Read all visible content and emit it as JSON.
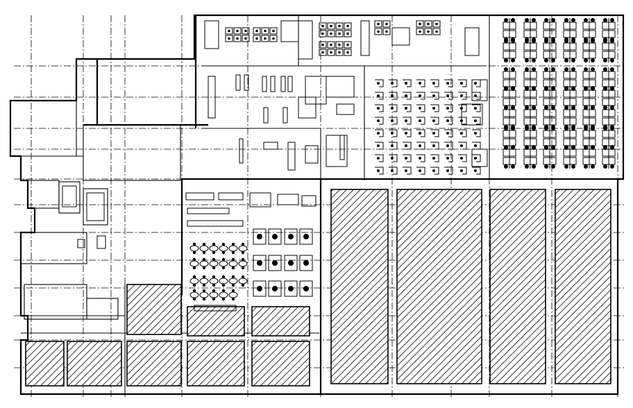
{
  "drawing": {
    "type": "floor-plan",
    "style": "black-line-on-white",
    "text_labels_visible": false
  },
  "colors": {
    "line": "#000000",
    "background": "#ffffff",
    "hatch": "#000000"
  },
  "zones": [
    {
      "id": "office-north",
      "kind": "office-furniture-area"
    },
    {
      "id": "office-east-workstations",
      "kind": "office-furniture-area"
    },
    {
      "id": "office-center-cubicles",
      "kind": "office-furniture-area"
    },
    {
      "id": "conference-south-center",
      "kind": "office-furniture-area"
    },
    {
      "id": "warehouse-racking",
      "kind": "hatched-storage-area"
    },
    {
      "id": "west-wing",
      "kind": "building-outline"
    }
  ]
}
